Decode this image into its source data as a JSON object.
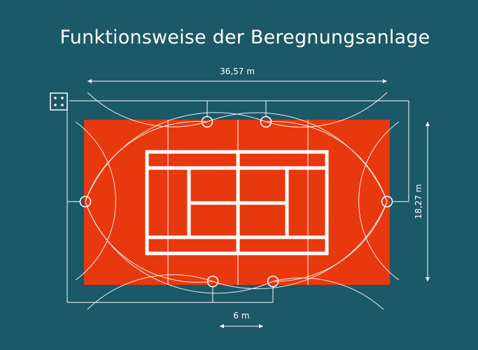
{
  "title": "Funktionsweise der Beregnungsanlage",
  "dimensions": {
    "length": "36,57 m",
    "width": "18,27 m",
    "spacing": "6 m"
  },
  "colors": {
    "background": "#1b5868",
    "court": "#e8380d",
    "lines": "#ffffff"
  },
  "icons": {
    "control_unit": "control-box-icon",
    "sprinkler": "sprinkler-circle-icon"
  }
}
